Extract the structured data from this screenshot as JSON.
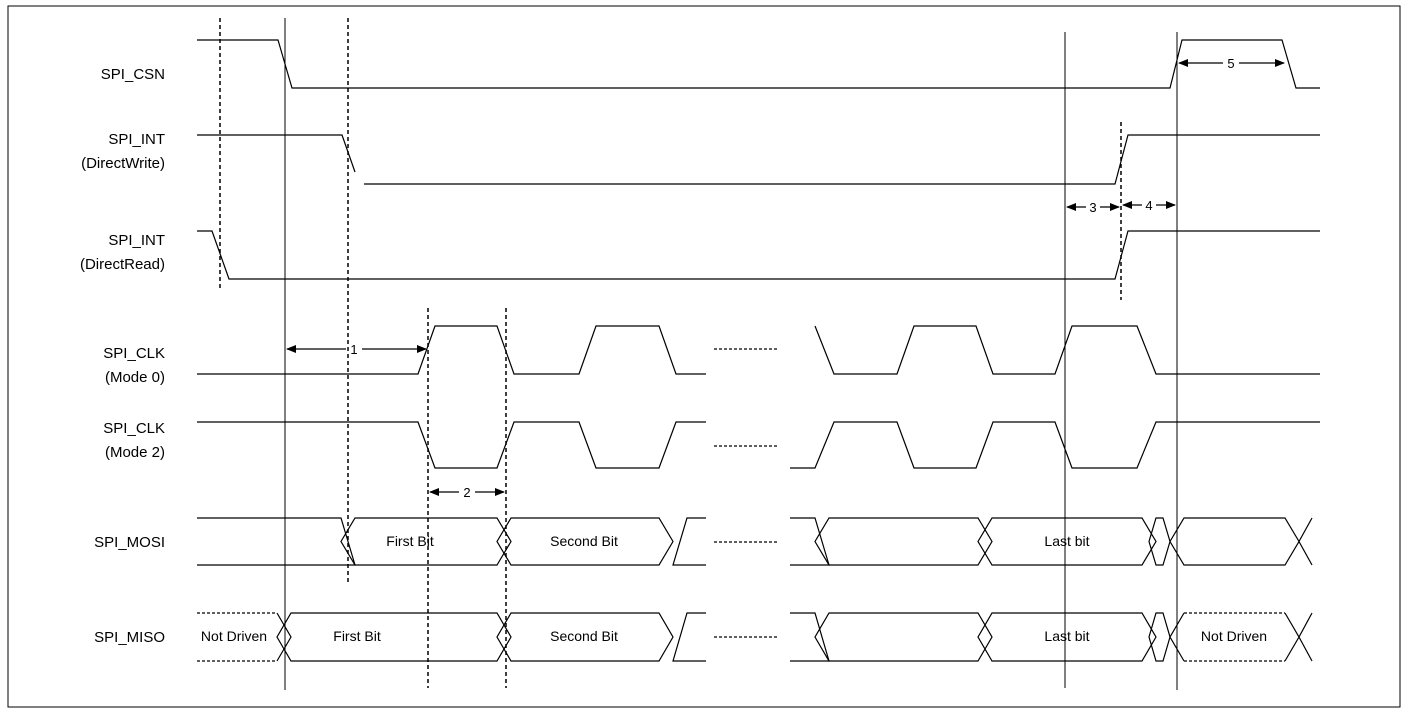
{
  "signals": {
    "csn": "SPI_CSN",
    "int_write": [
      "SPI_INT",
      "(DirectWrite)"
    ],
    "int_read": [
      "SPI_INT",
      "(DirectRead)"
    ],
    "clk_mode0": [
      "SPI_CLK",
      "(Mode 0)"
    ],
    "clk_mode2": [
      "SPI_CLK",
      "(Mode 2)"
    ],
    "mosi": "SPI_MOSI",
    "miso": "SPI_MISO"
  },
  "bits": {
    "first": "First Bit",
    "second": "Second Bit",
    "last": "Last bit",
    "not_driven": "Not Driven"
  },
  "timing_markers": [
    "1",
    "2",
    "3",
    "4",
    "5"
  ]
}
